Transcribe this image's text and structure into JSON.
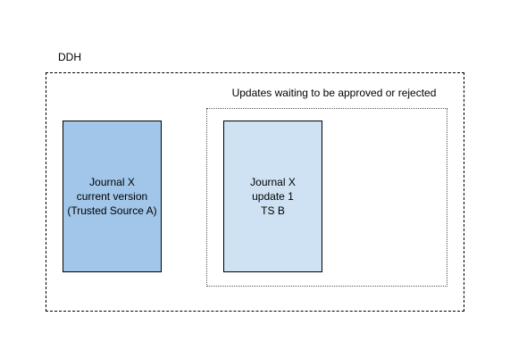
{
  "diagram": {
    "container": {
      "title": "DDH"
    },
    "queue": {
      "title": "Updates waiting to be approved or rejected"
    },
    "current_card": {
      "lines": [
        "Journal X",
        "current version",
        "(Trusted Source A)"
      ],
      "fill": "#a1c6e9"
    },
    "update_card": {
      "lines": [
        "Journal X",
        "update 1",
        "TS B"
      ],
      "fill": "#cfe2f3"
    }
  }
}
